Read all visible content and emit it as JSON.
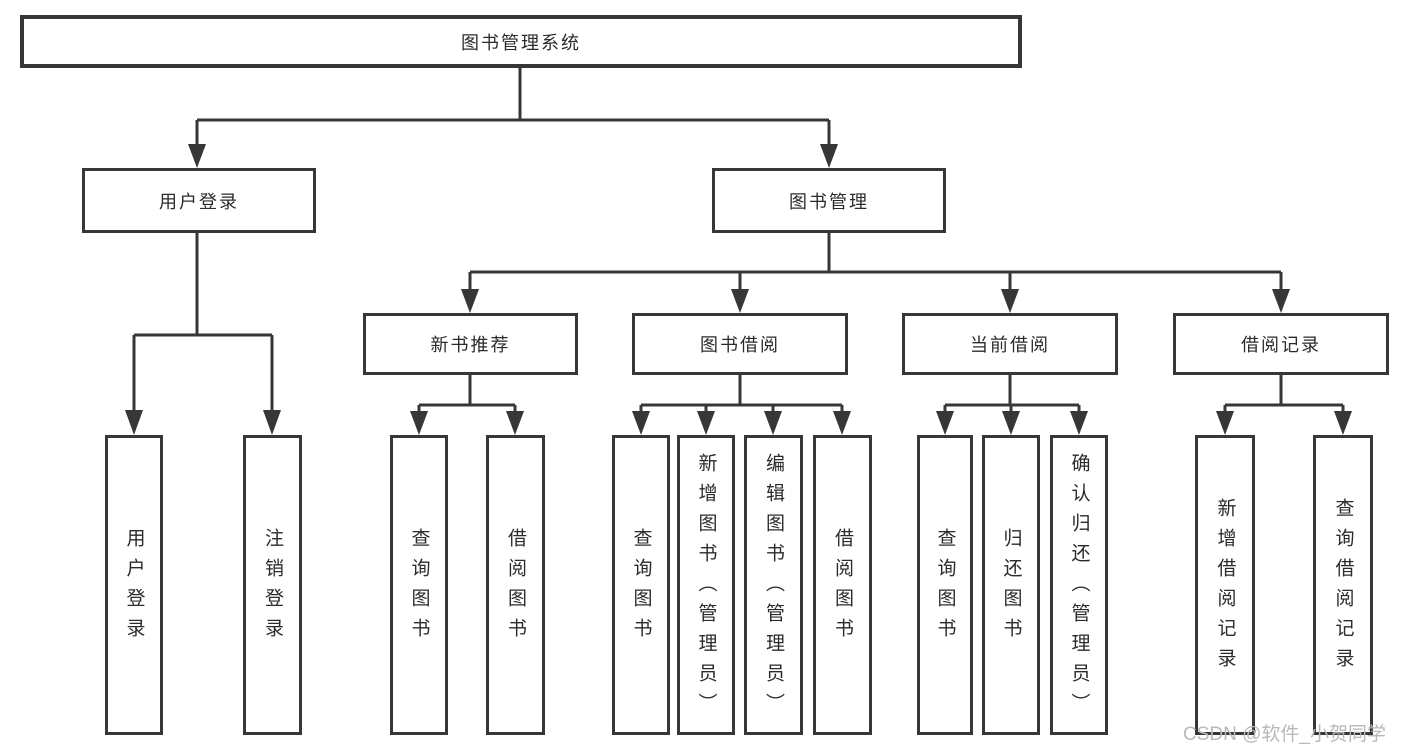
{
  "tree": {
    "root": {
      "label": "图书管理系统"
    },
    "children": [
      {
        "label": "用户登录",
        "children": [
          {
            "label": "用户登录"
          },
          {
            "label": "注销登录"
          }
        ]
      },
      {
        "label": "图书管理",
        "children": [
          {
            "label": "新书推荐",
            "children": [
              {
                "label": "查询图书"
              },
              {
                "label": "借阅图书"
              }
            ]
          },
          {
            "label": "图书借阅",
            "children": [
              {
                "label": "查询图书"
              },
              {
                "label": "新增图书（管理员）"
              },
              {
                "label": "编辑图书（管理员）"
              },
              {
                "label": "借阅图书"
              }
            ]
          },
          {
            "label": "当前借阅",
            "children": [
              {
                "label": "查询图书"
              },
              {
                "label": "归还图书"
              },
              {
                "label": "确认归还（管理员）"
              }
            ]
          },
          {
            "label": "借阅记录",
            "children": [
              {
                "label": "新增借阅记录"
              },
              {
                "label": "查询借阅记录"
              }
            ]
          }
        ]
      }
    ]
  },
  "watermark": "CSDN @软件_小贺同学",
  "colors": {
    "line": "#373737",
    "text": "#2b2b2b",
    "watermark": "#b9b9b9",
    "background": "#ffffff"
  }
}
